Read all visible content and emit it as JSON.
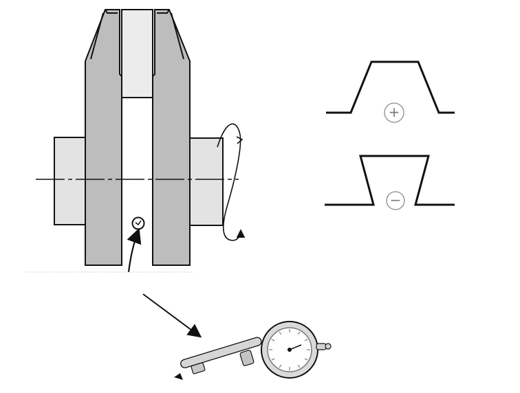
{
  "colors": {
    "background": "#ffffff",
    "outline": "#111111",
    "part_fill": "#bdbdbd",
    "journal_fill": "#e3e3e3",
    "light_fill": "#f1f1f1",
    "gauge_fill": "#dadada",
    "gauge_face": "#ffffff",
    "symbol_gray": "#7a7a7a"
  },
  "diagram": {
    "left": {
      "elements": [
        "crankshaft-web-left",
        "crankshaft-web-right",
        "journal-left",
        "journal-right",
        "centerline",
        "rotation-arrow",
        "measurement-point",
        "pointer-arrow"
      ]
    },
    "right": {
      "positive_symbol": "+",
      "negative_symbol": "−"
    },
    "gauge": {
      "type": "dial-indicator"
    }
  }
}
